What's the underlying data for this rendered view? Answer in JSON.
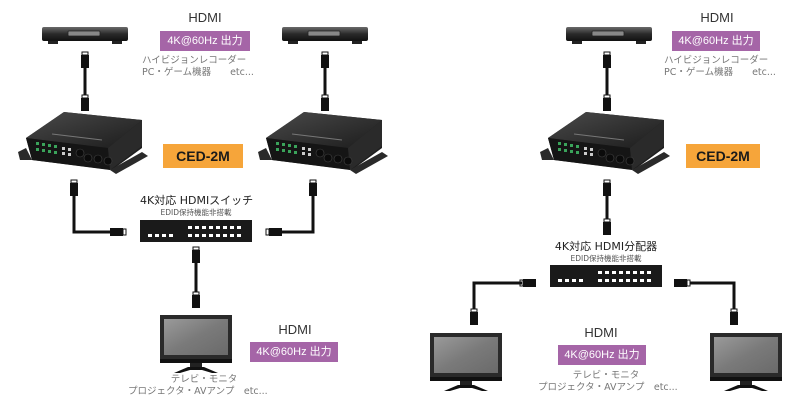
{
  "diagrams": [
    {
      "id": "switch-config",
      "source": {
        "interface": "HDMI",
        "spec": "4K@60Hz 出力",
        "devices_line1": "ハイビジョンレコーダー",
        "devices_line2": "PC・ゲーム機器　　etc..."
      },
      "converter": {
        "model": "CED-2M",
        "count": 2
      },
      "hub": {
        "title": "4K対応 HDMIスイッチ",
        "subtitle": "EDID保持機能非搭載"
      },
      "sink": {
        "interface": "HDMI",
        "spec": "4K@60Hz 出力",
        "devices_line1": "テレビ・モニタ",
        "devices_line2": "プロジェクタ・AVアンプ　etc..."
      }
    },
    {
      "id": "splitter-config",
      "source": {
        "interface": "HDMI",
        "spec": "4K@60Hz 出力",
        "devices_line1": "ハイビジョンレコーダー",
        "devices_line2": "PC・ゲーム機器　　etc..."
      },
      "converter": {
        "model": "CED-2M",
        "count": 1
      },
      "hub": {
        "title": "4K対応 HDMI分配器",
        "subtitle": "EDID保持機能非搭載"
      },
      "sink": {
        "interface": "HDMI",
        "spec": "4K@60Hz 出力",
        "devices_line1": "テレビ・モニタ",
        "devices_line2": "プロジェクタ・AVアンプ　etc..."
      }
    }
  ],
  "colors": {
    "spec_badge": "#a565a7",
    "model_badge": "#f6a53a",
    "device_dark": "#2b2b2b",
    "cable": "#111111",
    "led_green": "#3aa35a"
  }
}
